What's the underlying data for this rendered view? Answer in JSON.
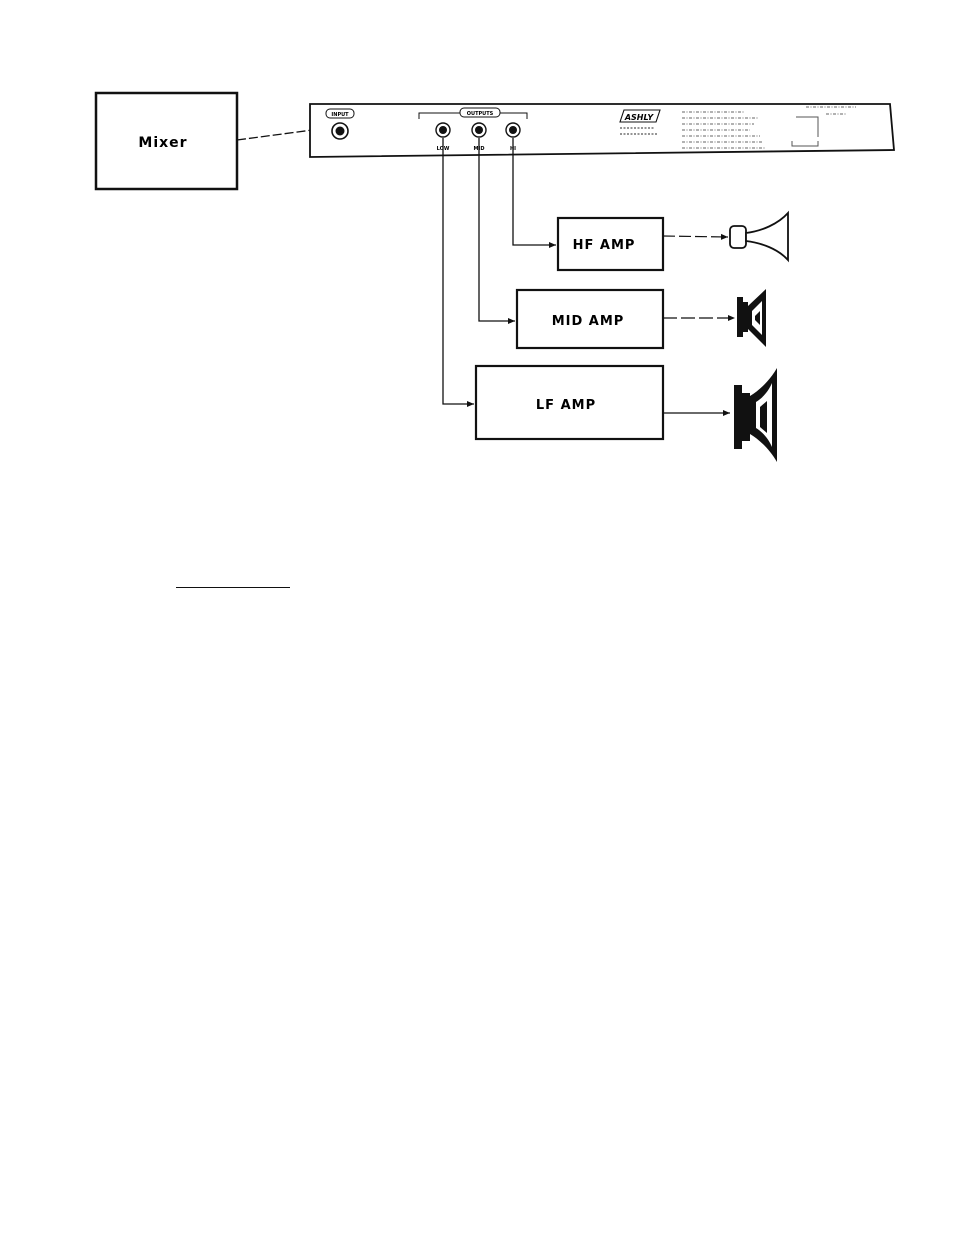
{
  "mixer": {
    "label": "Mixer"
  },
  "crossover": {
    "input_label": "INPUT",
    "outputs_label": "OUTPUTS",
    "brand": "ASHLY",
    "jacks": [
      {
        "label": "LOW"
      },
      {
        "label": "MID"
      },
      {
        "label": "HI"
      }
    ]
  },
  "amps": {
    "hf": {
      "label": "HF AMP"
    },
    "mid": {
      "label": "MID AMP"
    },
    "lf": {
      "label": "LF AMP"
    }
  },
  "speakers": [
    {
      "name": "horn-tweeter-icon"
    },
    {
      "name": "mid-driver-icon"
    },
    {
      "name": "woofer-icon"
    }
  ]
}
